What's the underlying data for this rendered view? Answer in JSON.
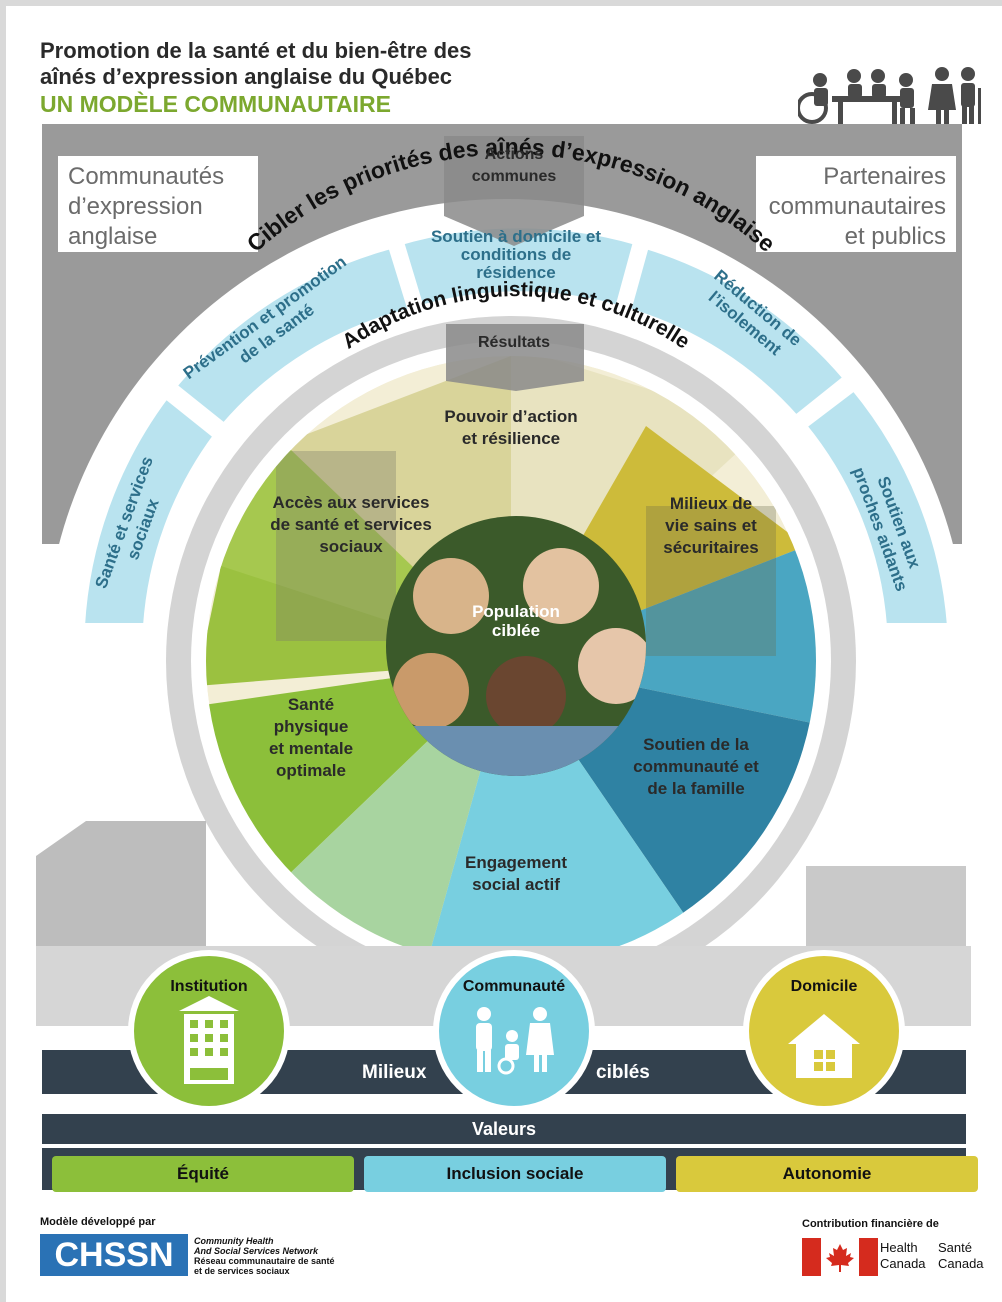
{
  "header": {
    "title_line1": "Promotion de la santé et du bien-être des",
    "title_line2": "aînés d’expression anglaise du Québec",
    "subtitle": "UN MODÈLE COMMUNAUTAIRE"
  },
  "top": {
    "left_label": [
      "Communautés",
      "d’expression",
      "anglaise"
    ],
    "right_label": [
      "Partenaires",
      "communautaires",
      "et publics"
    ],
    "actions_label": [
      "Actions",
      "communes"
    ]
  },
  "ring": {
    "outer_arc_text": "Cibler les priorités des aînés d’expression anglaise",
    "inner_arc_text": "Adaptation linguistique et culturelle",
    "results_label": "Résultats",
    "segments": {
      "sante_services": [
        "Santé et services",
        "sociaux"
      ],
      "prevention": [
        "Prévention et promotion",
        "de la santé"
      ],
      "soutien_domicile": [
        "Soutien à domicile et",
        "conditions de",
        "résidence"
      ],
      "reduction": [
        "Réduction de",
        "l’isolement"
      ],
      "proches": [
        "Soutien aux",
        "proches aidants"
      ]
    }
  },
  "wheel": {
    "pouvoir": [
      "Pouvoir d’action",
      "et résilience"
    ],
    "acces": [
      "Accès aux services",
      "de santé et services",
      "sociaux"
    ],
    "milieux": [
      "Milieux de",
      "vie sains et",
      "sécuritaires"
    ],
    "population": [
      "Population",
      "ciblée"
    ],
    "sante": [
      "Santé",
      "physique",
      "et mentale",
      "optimale"
    ],
    "soutien": [
      "Soutien de la",
      "communauté et",
      "de la famille"
    ],
    "engagement": [
      "Engagement",
      "social actif"
    ]
  },
  "settings": {
    "institution": "Institution",
    "communaute": "Communauté",
    "domicile": "Domicile",
    "milieux_left": "Milieux",
    "milieux_right": "ciblés"
  },
  "values": {
    "label": "Valeurs",
    "equite": "Équité",
    "inclusion": "Inclusion sociale",
    "autonomie": "Autonomie"
  },
  "footer": {
    "developed_by": "Modèle développé par",
    "logo": "CHSSN",
    "org_en1": "Community Health",
    "org_en2": "And Social Services Network",
    "org_fr1": "Réseau communautaire de santé",
    "org_fr2": "et de services sociaux",
    "contribution": "Contribution financière de",
    "health": "Health",
    "canada": "Canada",
    "sante": "Santé",
    "canada_fr": "Canada"
  },
  "colors": {
    "green": "#8cbf3a",
    "blue": "#78cfe0",
    "yellow": "#d9c93c",
    "dark": "#33414e",
    "gray": "#8f8f8f"
  }
}
